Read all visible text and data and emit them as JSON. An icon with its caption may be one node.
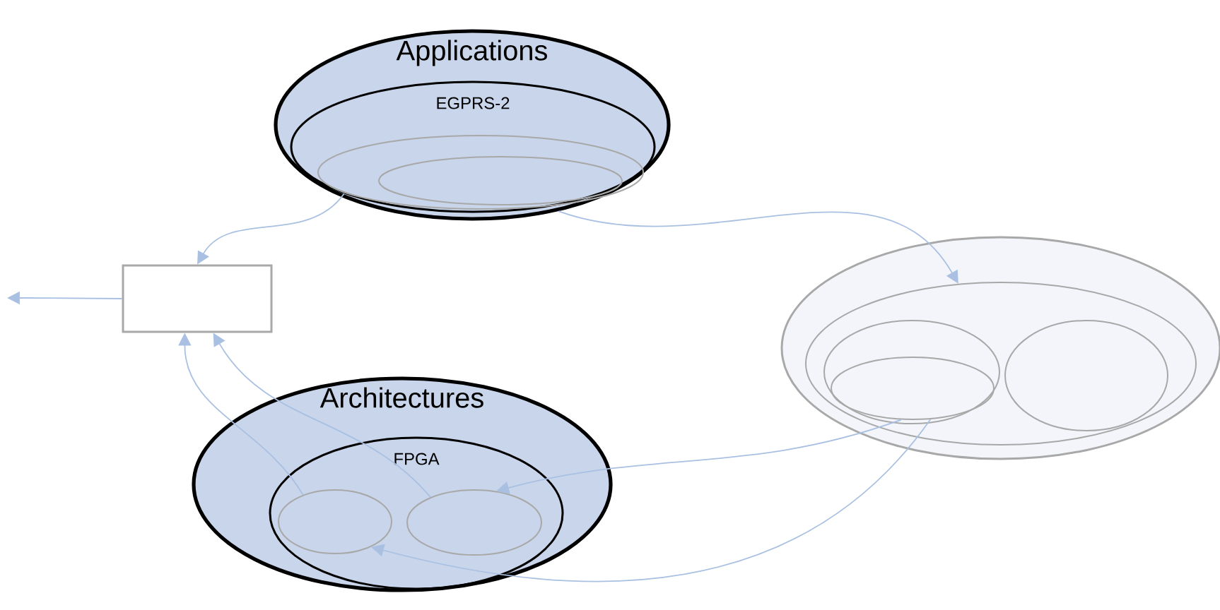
{
  "diagram": {
    "nodes": [
      {
        "text": [
          "Applications"
        ]
      },
      {
        "text": [
          "EGPRS-2"
        ],
        "in": 0
      },
      {
        "text": [],
        "shape": "ellipse",
        "in": 1
      },
      {
        "text": [],
        "shape": "ellipse",
        "in": 2
      },
      {
        "text": [],
        "shape": "box"
      },
      {
        "text": [
          "Architectures"
        ]
      },
      {
        "text": [
          "FPGA"
        ],
        "in": 5
      },
      {
        "text": [],
        "shape": "ellipse",
        "in": 6
      },
      {
        "text": [],
        "shape": "ellipse",
        "in": 6
      },
      {
        "text": [],
        "shape": "ellipse"
      },
      {
        "text": [],
        "shape": "ellipse",
        "in": 9
      },
      {
        "text": [],
        "shape": "ellipse",
        "in": 10
      },
      {
        "text": [],
        "shape": "ellipse",
        "in": 11
      },
      {
        "text": [],
        "shape": "ellipse",
        "in": 10
      }
    ],
    "edges": [
      {
        "from": 1,
        "to": 4,
        "arrow": "to"
      },
      {
        "from": 4,
        "to": null,
        "arrow": "to"
      },
      {
        "from": 7,
        "to": 4,
        "arrow": "to"
      },
      {
        "from": 8,
        "to": 4,
        "arrow": "to"
      },
      {
        "from": 0,
        "to": 10,
        "arrow": "to"
      },
      {
        "from": 12,
        "to": 8,
        "arrow": "to"
      },
      {
        "from": 12,
        "to": 7,
        "arrow": "to"
      }
    ]
  }
}
